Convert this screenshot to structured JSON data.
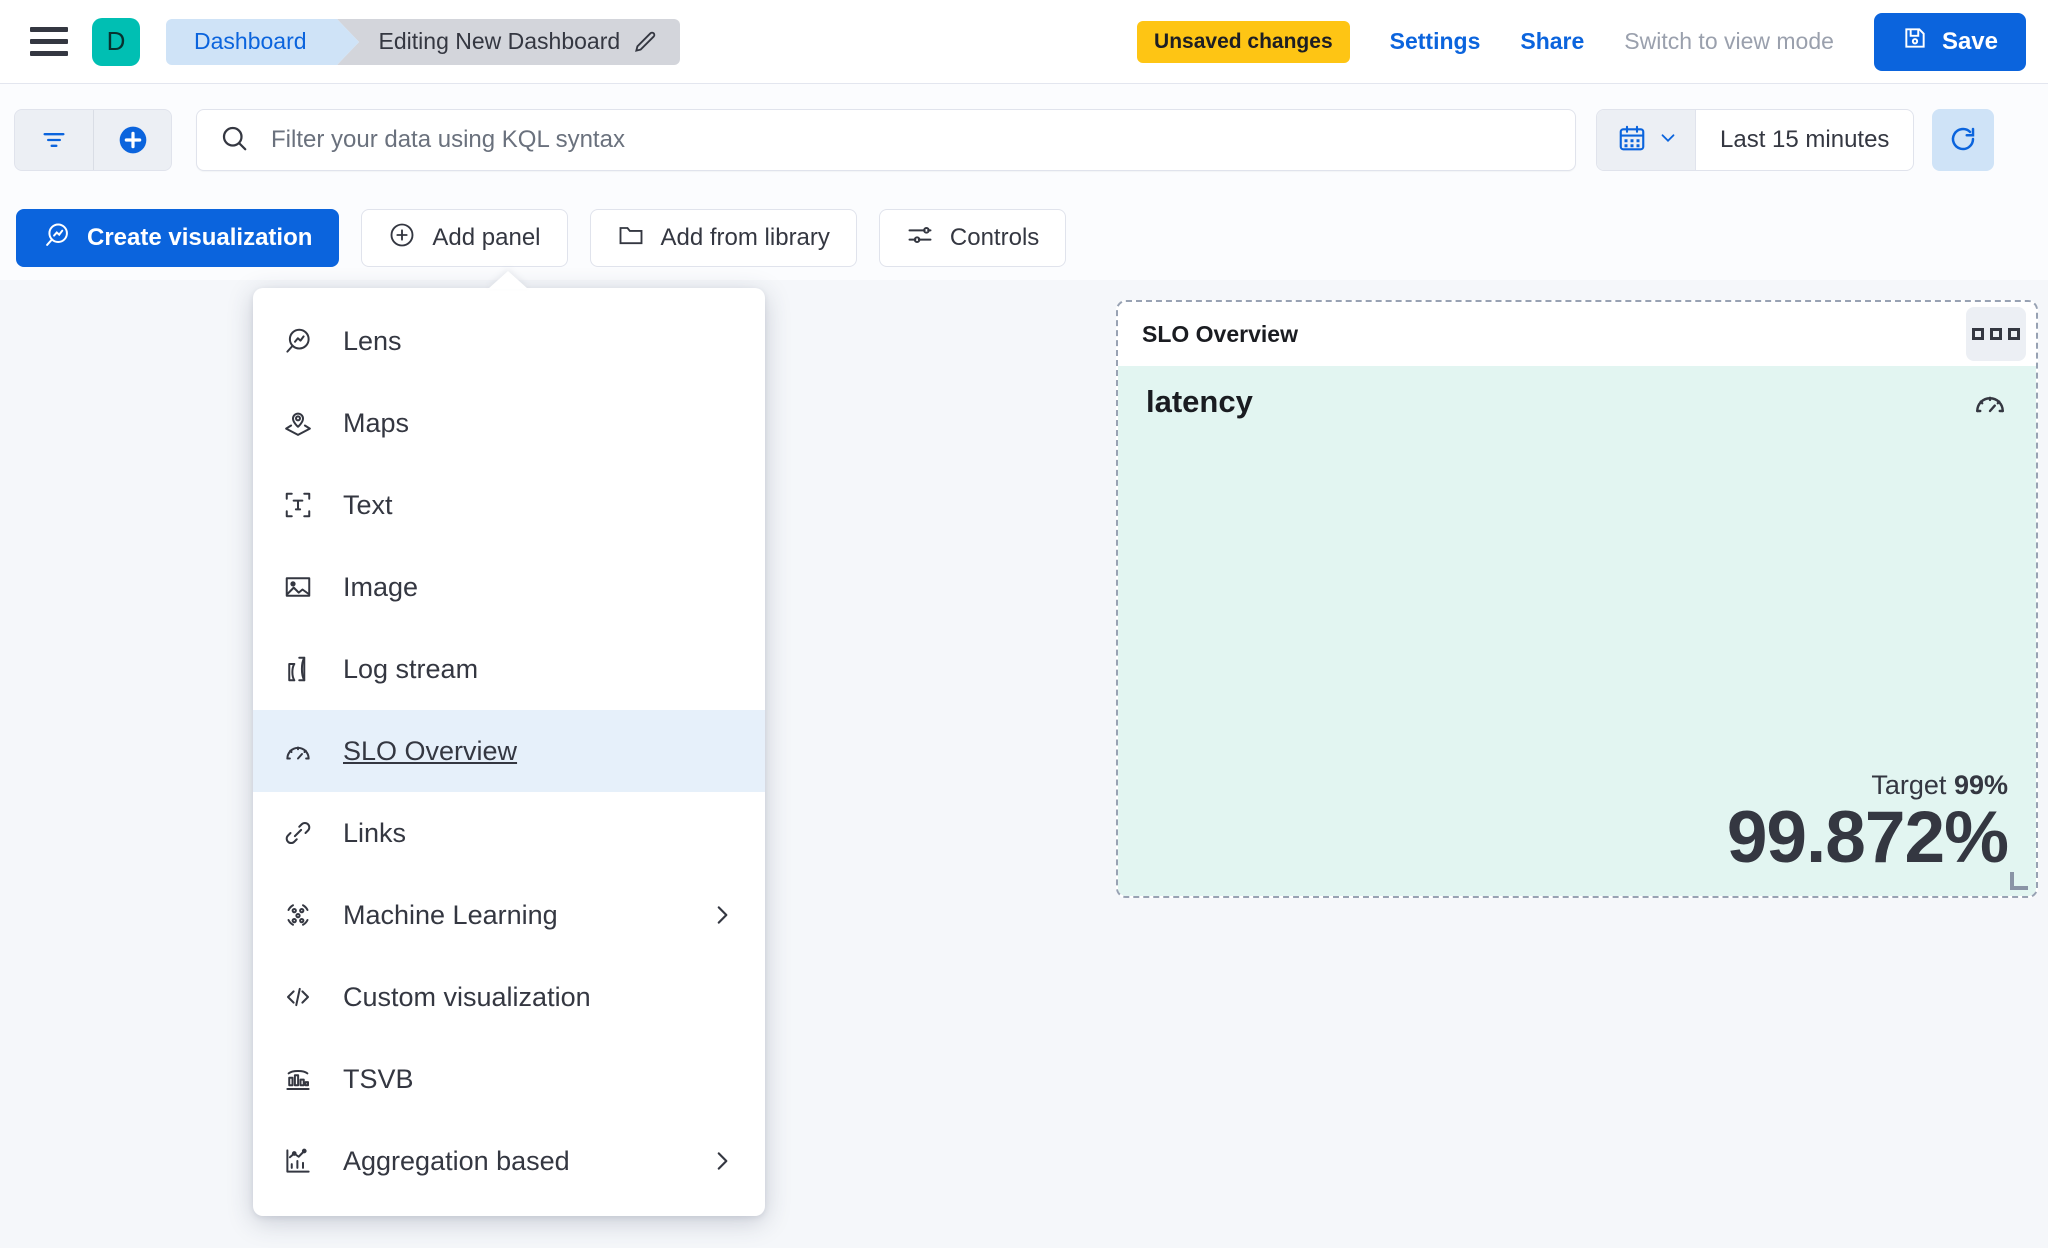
{
  "header": {
    "menu_icon": "hamburger-menu-icon",
    "avatar_letter": "D",
    "breadcrumb": {
      "parent": "Dashboard",
      "current": "Editing New Dashboard",
      "edit_icon": "pencil-icon"
    },
    "unsaved_badge": "Unsaved changes",
    "settings_link": "Settings",
    "share_link": "Share",
    "view_mode_link": "Switch to view mode",
    "save_label": "Save",
    "save_icon": "save-disk-icon",
    "accent_blue": "#0b64dd",
    "badge_yellow": "#fec514",
    "avatar_teal": "#00bfb3"
  },
  "querybar": {
    "filter_icon": "filter-icon",
    "add_filter_icon": "add-circle-icon",
    "search_icon": "search-icon",
    "search_value": "",
    "search_placeholder": "Filter your data using KQL syntax",
    "calendar_icon": "calendar-icon",
    "chevron_icon": "chevron-down-icon",
    "date_range": "Last 15 minutes",
    "refresh_icon": "refresh-icon"
  },
  "toolbar": {
    "create_visualization": "Create visualization",
    "create_visualization_icon": "lens-icon",
    "add_panel": "Add panel",
    "add_panel_icon": "plus-circle-icon",
    "add_from_library": "Add from library",
    "add_from_library_icon": "folder-icon",
    "controls": "Controls",
    "controls_icon": "controls-sliders-icon"
  },
  "add_panel_menu": {
    "items": [
      {
        "label": "Lens",
        "icon": "lens-icon",
        "has_submenu": false,
        "active": false
      },
      {
        "label": "Maps",
        "icon": "maps-pin-icon",
        "has_submenu": false,
        "active": false
      },
      {
        "label": "Text",
        "icon": "text-box-icon",
        "has_submenu": false,
        "active": false
      },
      {
        "label": "Image",
        "icon": "image-icon",
        "has_submenu": false,
        "active": false
      },
      {
        "label": "Log stream",
        "icon": "log-stream-icon",
        "has_submenu": false,
        "active": false
      },
      {
        "label": "SLO Overview",
        "icon": "gauge-icon",
        "has_submenu": false,
        "active": true
      },
      {
        "label": "Links",
        "icon": "link-icon",
        "has_submenu": false,
        "active": false
      },
      {
        "label": "Machine Learning",
        "icon": "ml-nodes-icon",
        "has_submenu": true,
        "active": false
      },
      {
        "label": "Custom visualization",
        "icon": "code-icon",
        "has_submenu": false,
        "active": false
      },
      {
        "label": "TSVB",
        "icon": "tsvb-chart-icon",
        "has_submenu": false,
        "active": false
      },
      {
        "label": "Aggregation based",
        "icon": "agg-chart-icon",
        "has_submenu": true,
        "active": false
      }
    ]
  },
  "panel": {
    "title": "SLO Overview",
    "context_menu_icon": "panel-context-menu-icon",
    "slo_name": "latency",
    "slo_icon": "gauge-icon",
    "target_label": "Target",
    "target_value": "99%",
    "current_value": "99.872%",
    "body_color": "#e2f5f1",
    "resize_handle_icon": "resize-handle-icon"
  }
}
